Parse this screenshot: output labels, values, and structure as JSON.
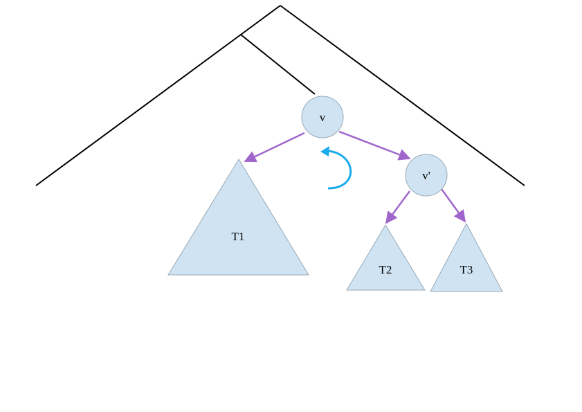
{
  "colors": {
    "outline": "#000000",
    "node_fill": "#cfe3f2",
    "node_stroke": "#9aaab6",
    "pointer": "#a066cc",
    "rotation": "#1aacec"
  },
  "nodes": {
    "v": "v",
    "v_prime": "v'"
  },
  "subtrees": {
    "t1": "T1",
    "t2": "T2",
    "t3": "T3"
  },
  "icons": {
    "rotation": "rotate-arrow-icon"
  }
}
